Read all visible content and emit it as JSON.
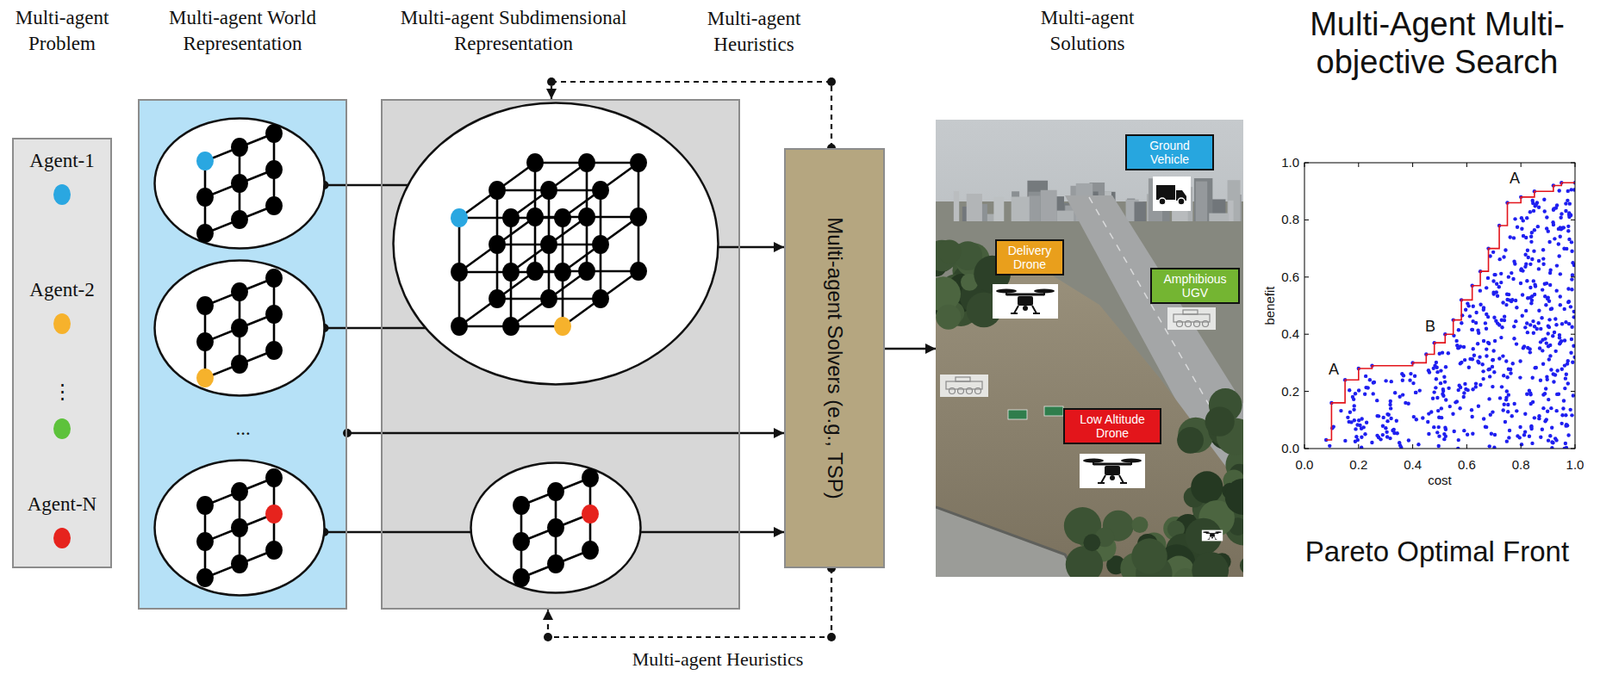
{
  "diagram": {
    "title": "Multi-Agent Multi-objective Search",
    "nodes": [
      {
        "text": [
          "Multi-agent Problem"
        ]
      },
      {
        "text": [
          "Agent-1"
        ],
        "in": 0
      },
      {
        "text": [
          "Agent-2"
        ],
        "in": 0
      },
      {
        "text": [
          "⋮"
        ],
        "in": 0
      },
      {
        "text": [
          "Agent-N"
        ],
        "in": 0
      },
      {
        "text": [
          "Multi-agent World Representation"
        ]
      },
      {
        "text": [],
        "in": 5
      },
      {
        "text": [],
        "in": 5
      },
      {
        "text": [],
        "in": 5
      },
      {
        "text": [
          "Multi-agent Subdimensional Representation"
        ]
      },
      {
        "text": [],
        "in": 9
      },
      {
        "text": [],
        "in": 9
      },
      {
        "text": [
          "Multi-agent Solvers (e.g., TSP)"
        ]
      },
      {
        "text": [
          "Multi-agent Solutions"
        ]
      },
      {
        "text": [
          "Ground Vehicle"
        ],
        "in": 13
      },
      {
        "text": [
          "Delivery Drone"
        ],
        "in": 13
      },
      {
        "text": [
          "Amphibious UGV"
        ],
        "in": 13
      },
      {
        "text": [
          "Low Altitude Drone"
        ],
        "in": 13
      }
    ],
    "edges": [
      {
        "from": 6,
        "to": 10,
        "arrow": "none"
      },
      {
        "from": 7,
        "to": 10,
        "arrow": "none"
      },
      {
        "from": 5,
        "to": 12,
        "arrow": "to"
      },
      {
        "from": 8,
        "to": 11,
        "arrow": "none"
      },
      {
        "from": 10,
        "to": 12,
        "arrow": "to"
      },
      {
        "from": 11,
        "to": 12,
        "arrow": "to"
      },
      {
        "from": 12,
        "to": 13,
        "arrow": "to"
      },
      {
        "from": 12,
        "to": 9,
        "arrow": "to",
        "label": "Multi-agent Heuristics"
      },
      {
        "from": 12,
        "to": 9,
        "arrow": "to",
        "label": "Multi-agent Heuristics"
      }
    ],
    "labels": [
      "...",
      "1.0",
      "0.8",
      "0.6",
      "0.4",
      "0.2",
      "0.0",
      "0.0",
      "0.2",
      "0.4",
      "0.6",
      "0.8",
      "1.0",
      "benefit",
      "cost",
      "A",
      "B",
      "A",
      "Pareto Optimal Front"
    ]
  }
}
